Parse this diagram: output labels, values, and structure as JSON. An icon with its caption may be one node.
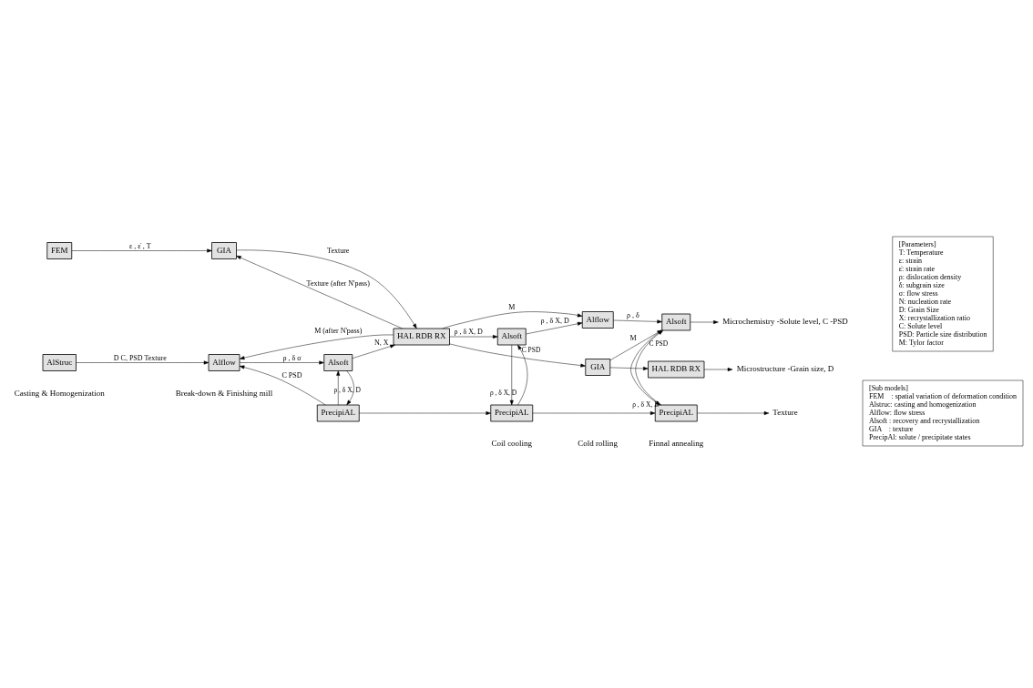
{
  "diagram": {
    "nodes": [
      {
        "text": [
          "FEM"
        ]
      },
      {
        "text": [
          "GIA"
        ]
      },
      {
        "text": [
          "HAL RDB RX"
        ]
      },
      {
        "text": [
          "AlStruc"
        ]
      },
      {
        "text": [
          "Alflow"
        ]
      },
      {
        "text": [
          "Alsoft"
        ]
      },
      {
        "text": [
          "PrecipiAL"
        ]
      },
      {
        "text": [
          "Alsoft"
        ]
      },
      {
        "text": [
          "PrecipiAL"
        ]
      },
      {
        "text": [
          "GIA"
        ]
      },
      {
        "text": [
          "Alflow"
        ]
      },
      {
        "text": [
          "HAL RDB RX"
        ]
      },
      {
        "text": [
          "Alsoft"
        ]
      },
      {
        "text": [
          "PrecipiAL"
        ]
      },
      {
        "text": [
          "Microstructure -Grain size, D"
        ]
      },
      {
        "text": [
          "Microchemistry -Solute level, C -PSD"
        ]
      },
      {
        "text": [
          "Texture"
        ]
      },
      {
        "text": [
          "[Sub models]",
          "FEM    : spatial variation of deformation condition",
          "Alstruc: casting and homogenization",
          "Alflow: flow stress",
          "Alsoft : recovery and recrystallization",
          "GIA    : texture",
          "PrecipAl: solute / precipitate states"
        ]
      },
      {
        "text": [
          "[Parameters]",
          "T: Temperature",
          "ε: strain",
          "ε̇: strain rate",
          "ρ: dislocation density",
          "δ: subgrain size",
          "σ: flow stress",
          "N: nucleation rate",
          "D: Grain Size",
          "X: recrystallization ratio",
          "C: Solute level",
          "PSD: Particle size distribution",
          "M: Tylor factor"
        ]
      }
    ],
    "edges": [
      {
        "from": 0,
        "to": 1,
        "arrow": "to",
        "label": "ε , ε̇ , T"
      },
      {
        "from": 2,
        "to": 1,
        "arrow": "to",
        "label": "Texture (after N'pass)"
      },
      {
        "from": 1,
        "to": 2,
        "arrow": "to",
        "label": "Texture"
      },
      {
        "from": 3,
        "to": 4,
        "arrow": "to",
        "label": "D C, PSD Texture"
      },
      {
        "from": 2,
        "to": 4,
        "arrow": "to",
        "label": "M (after N'pass)"
      },
      {
        "from": 4,
        "to": 5,
        "arrow": "to",
        "label": "ρ , δ σ"
      },
      {
        "from": 5,
        "to": 2,
        "arrow": "to",
        "label": "N, X"
      },
      {
        "from": 5,
        "to": 6,
        "arrow": "to",
        "label": "ρ , δ X, D"
      },
      {
        "from": 6,
        "to": 4,
        "arrow": "to",
        "label": "C PSD"
      },
      {
        "from": 6,
        "to": 5,
        "arrow": "to"
      },
      {
        "from": 6,
        "to": 8,
        "arrow": "to"
      },
      {
        "from": 2,
        "to": 7,
        "arrow": "to",
        "label": "ρ , δ X, D"
      },
      {
        "from": 2,
        "to": 9,
        "arrow": "to"
      },
      {
        "from": 8,
        "to": 7,
        "arrow": "to",
        "label": "C PSD"
      },
      {
        "from": 7,
        "to": 8,
        "arrow": "to",
        "label": "ρ , δ X, D"
      },
      {
        "from": 7,
        "to": 10,
        "arrow": "to",
        "label": "ρ , δ X, D"
      },
      {
        "from": 2,
        "to": 10,
        "arrow": "to",
        "label": "M"
      },
      {
        "from": 9,
        "to": 11,
        "arrow": "to"
      },
      {
        "from": 9,
        "to": 12,
        "arrow": "to",
        "label": "M"
      },
      {
        "from": 10,
        "to": 12,
        "arrow": "to",
        "label": "ρ , δ"
      },
      {
        "from": 11,
        "to": 14,
        "arrow": "to"
      },
      {
        "from": 12,
        "to": 15,
        "arrow": "to"
      },
      {
        "from": 13,
        "to": 12,
        "arrow": "to",
        "label": "C PSD"
      },
      {
        "from": 12,
        "to": 13,
        "arrow": "to",
        "label": "ρ , δ X, D"
      },
      {
        "from": 8,
        "to": 13,
        "arrow": "to"
      },
      {
        "from": 13,
        "to": 16,
        "arrow": "to"
      }
    ],
    "labels": [
      "Casting & Homogenization",
      "Break-down & Finishing mill",
      "Coil cooling",
      "Cold rolling",
      "Finnal annealing"
    ]
  }
}
